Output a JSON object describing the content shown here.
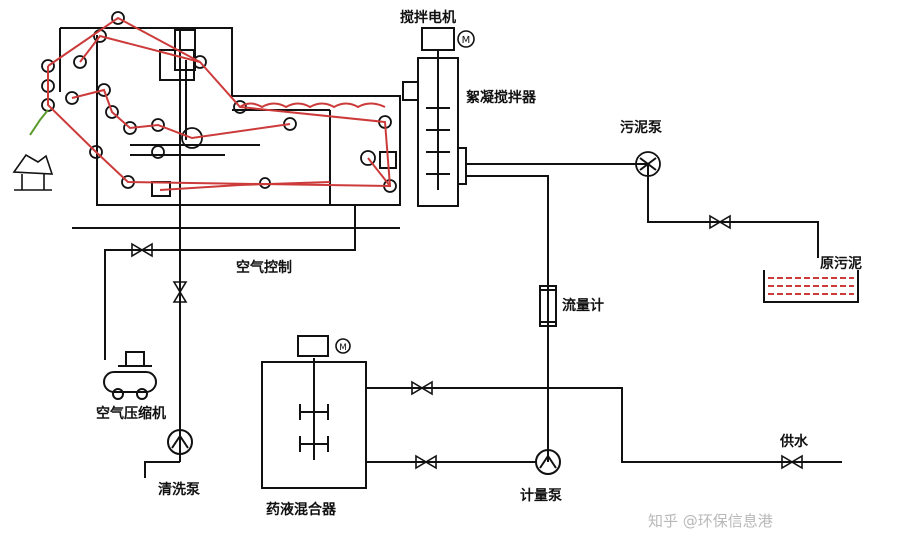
{
  "labels": {
    "stir_motor": "搅拌电机",
    "coag_mixer": "絮凝搅拌器",
    "sludge_pump": "污泥泵",
    "air_control": "空气控制",
    "raw_sludge": "原污泥",
    "flowmeter": "流量计",
    "air_compressor": "空气压缩机",
    "water_supply": "供水",
    "clean_pump": "清洗泵",
    "chem_mixer": "药液混合器",
    "metering_pump": "计量泵"
  },
  "watermark": "知乎 @环保信息港",
  "colors": {
    "line": "#111111",
    "belt": "#cc3a3a",
    "sludge": "#cc3a3a"
  }
}
